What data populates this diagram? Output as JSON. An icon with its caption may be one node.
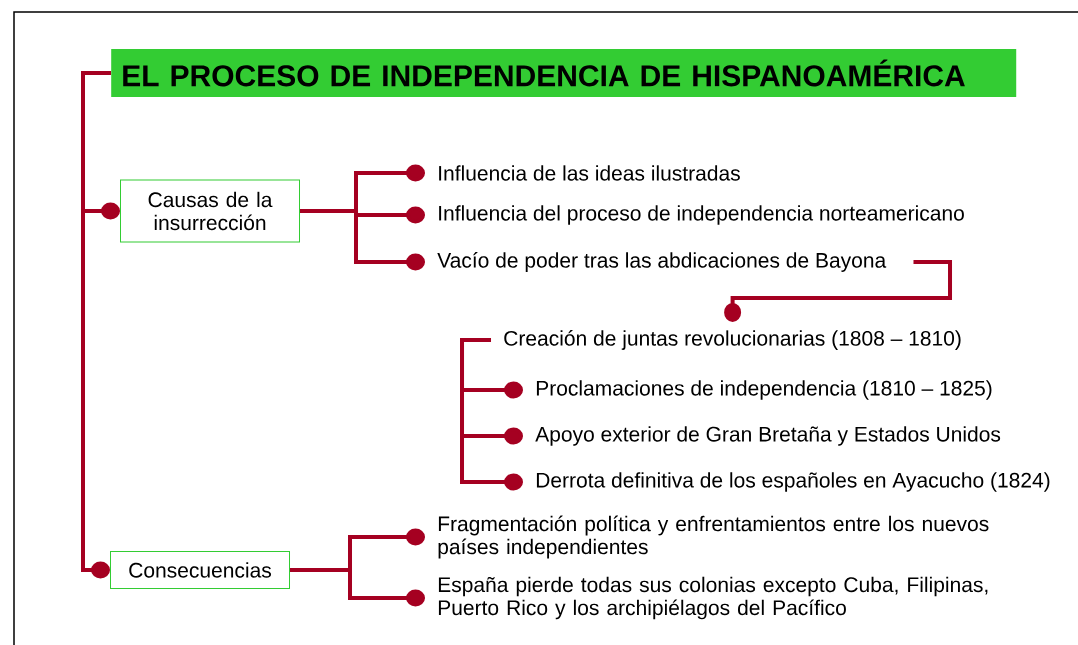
{
  "diagram": {
    "nodes": [
      {
        "text": [
          "EL PROCESO DE INDEPENDENCIA DE HISPANOAMÉRICA"
        ]
      },
      {
        "text": [
          "Causas de la insurrección"
        ]
      },
      {
        "text": [
          "Influencia de las ideas ilustradas"
        ]
      },
      {
        "text": [
          "Influencia del proceso de independencia norteamericano"
        ]
      },
      {
        "text": [
          "Vacío de poder tras las abdicaciones de Bayona"
        ]
      },
      {
        "text": [
          "Creación de juntas revolucionarias (1808   – 1810)"
        ]
      },
      {
        "text": [
          "Proclamaciones de independencia (1810   – 1825)"
        ]
      },
      {
        "text": [
          "Apoyo exterior de Gran Bretaña y Estados Unidos"
        ]
      },
      {
        "text": [
          "Derrota definitiva de los españoles en Ayacucho (1824)"
        ]
      },
      {
        "text": [
          "Consecuencias"
        ]
      },
      {
        "text": [
          "Fragmentación política y enfrentamientos entre los nuevos países independientes"
        ]
      },
      {
        "text": [
          "España pierde todas sus colonias excepto Cuba, Filipinas, Puerto Rico y los archipiélagos del Pacífico"
        ]
      }
    ],
    "edges": [
      {
        "from": 0,
        "to": 1,
        "arrow": "other"
      },
      {
        "from": 0,
        "to": 9,
        "arrow": "other"
      },
      {
        "from": 1,
        "to": 2,
        "arrow": "other"
      },
      {
        "from": 1,
        "to": 3,
        "arrow": "other"
      },
      {
        "from": 1,
        "to": 4,
        "arrow": "other"
      },
      {
        "from": 4,
        "to": 5,
        "arrow": "other"
      },
      {
        "from": 5,
        "to": 6,
        "arrow": "other"
      },
      {
        "from": 5,
        "to": 7,
        "arrow": "other"
      },
      {
        "from": 5,
        "to": 8,
        "arrow": "other"
      },
      {
        "from": 9,
        "to": 10,
        "arrow": "other"
      },
      {
        "from": 9,
        "to": 11,
        "arrow": "other"
      }
    ]
  }
}
